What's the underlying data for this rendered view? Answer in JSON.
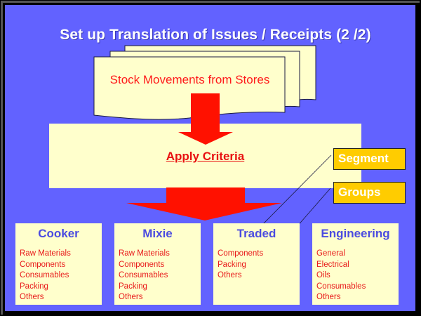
{
  "slide": {
    "title": "Set up Translation of Issues / Receipts (2 /2)",
    "colors": {
      "background": "#6262FF",
      "box_fill": "#FFFFCC",
      "arrow": "#FF1100",
      "tag_fill": "#FFCC00",
      "category_title": "#4B4BE0",
      "item_text": "#E81A1A"
    }
  },
  "source": {
    "label": "Stock Movements from Stores",
    "shape": "multi-document"
  },
  "process": {
    "label": "Apply Criteria"
  },
  "callouts": [
    {
      "label": "Segment",
      "points_to": "Traded"
    },
    {
      "label": "Groups",
      "points_to": "Components"
    }
  ],
  "categories": [
    {
      "title": "Cooker",
      "items": [
        "Raw Materials",
        "Components",
        "Consumables",
        "Packing",
        "Others"
      ]
    },
    {
      "title": "Mixie",
      "items": [
        "Raw Materials",
        "Components",
        "Consumables",
        "Packing",
        "Others"
      ]
    },
    {
      "title": "Traded",
      "items": [
        "Components",
        "Packing",
        "Others"
      ]
    },
    {
      "title": "Engineering",
      "items": [
        "General",
        "Electrical",
        "Oils",
        "Consumables",
        "Others"
      ]
    }
  ]
}
